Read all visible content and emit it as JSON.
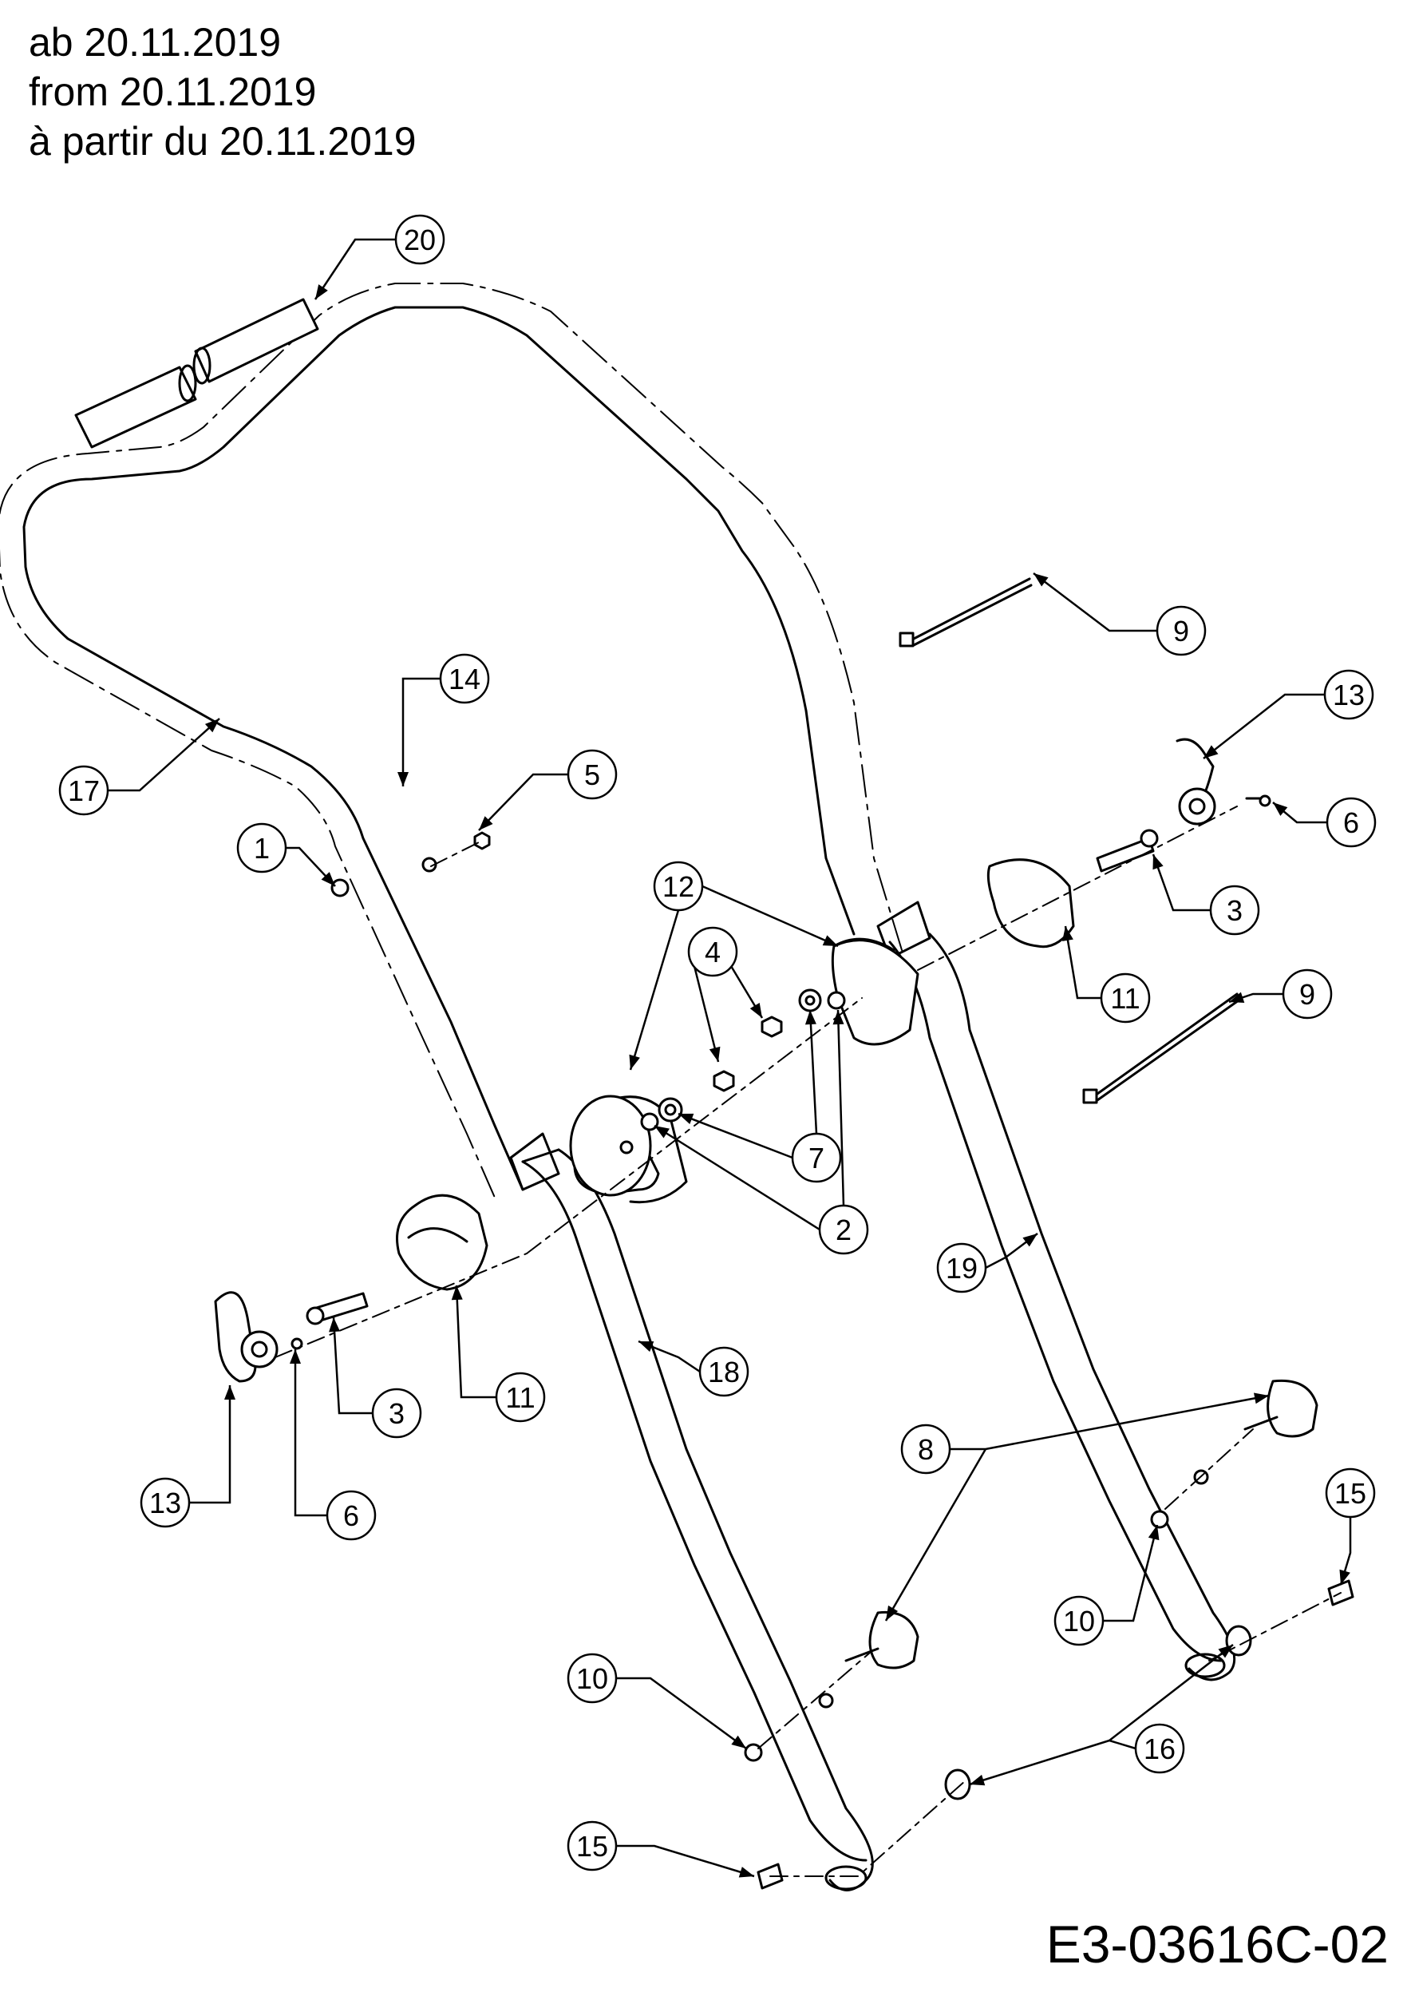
{
  "header": {
    "line_de": "ab 20.11.2019",
    "line_en": "from 20.11.2019",
    "line_fr": "à partir du 20.11.2019"
  },
  "doc_id": "E3-03616C-02",
  "callouts": [
    {
      "label": "20"
    },
    {
      "label": "9"
    },
    {
      "label": "14"
    },
    {
      "label": "13"
    },
    {
      "label": "17"
    },
    {
      "label": "5"
    },
    {
      "label": "6"
    },
    {
      "label": "1"
    },
    {
      "label": "12"
    },
    {
      "label": "3"
    },
    {
      "label": "4"
    },
    {
      "label": "11"
    },
    {
      "label": "9"
    },
    {
      "label": "7"
    },
    {
      "label": "2"
    },
    {
      "label": "19"
    },
    {
      "label": "18"
    },
    {
      "label": "3"
    },
    {
      "label": "11"
    },
    {
      "label": "8"
    },
    {
      "label": "15"
    },
    {
      "label": "13"
    },
    {
      "label": "6"
    },
    {
      "label": "10"
    },
    {
      "label": "10"
    },
    {
      "label": "16"
    },
    {
      "label": "15"
    }
  ],
  "colors": {
    "line": "#000000",
    "background": "#ffffff",
    "part_fill": "#ffffff",
    "part_shade": "#d9d9d9"
  }
}
